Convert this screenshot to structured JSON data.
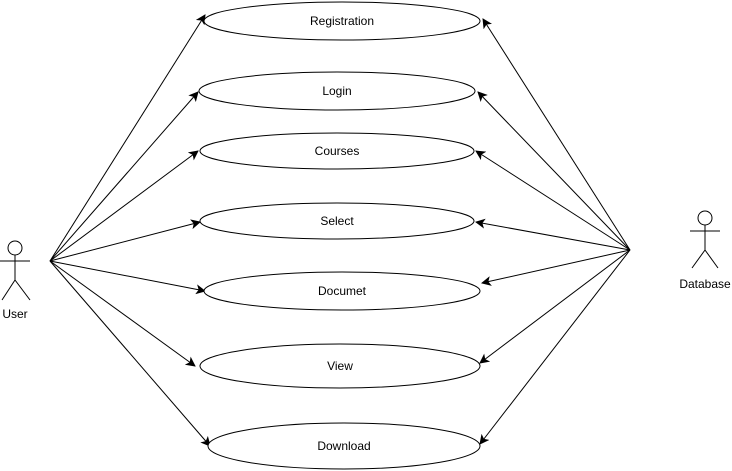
{
  "diagram": {
    "type": "use-case",
    "actors": {
      "user": {
        "label": "User"
      },
      "database": {
        "label": "Database"
      }
    },
    "use_cases": [
      {
        "id": "registration",
        "label": "Registration"
      },
      {
        "id": "login",
        "label": "Login"
      },
      {
        "id": "courses",
        "label": "Courses"
      },
      {
        "id": "select",
        "label": "Select"
      },
      {
        "id": "documet",
        "label": "Documet"
      },
      {
        "id": "view",
        "label": "View"
      },
      {
        "id": "download",
        "label": "Download"
      }
    ],
    "associations": [
      {
        "from": "user",
        "to": "registration"
      },
      {
        "from": "user",
        "to": "login"
      },
      {
        "from": "user",
        "to": "courses"
      },
      {
        "from": "user",
        "to": "select"
      },
      {
        "from": "user",
        "to": "documet"
      },
      {
        "from": "user",
        "to": "view"
      },
      {
        "from": "user",
        "to": "download"
      },
      {
        "from": "database",
        "to": "registration"
      },
      {
        "from": "database",
        "to": "login"
      },
      {
        "from": "database",
        "to": "courses"
      },
      {
        "from": "database",
        "to": "select"
      },
      {
        "from": "database",
        "to": "documet"
      },
      {
        "from": "database",
        "to": "view"
      },
      {
        "from": "database",
        "to": "download"
      }
    ],
    "colors": {
      "stroke": "#000000",
      "fill": "#ffffff",
      "background": "#ffffff"
    }
  }
}
